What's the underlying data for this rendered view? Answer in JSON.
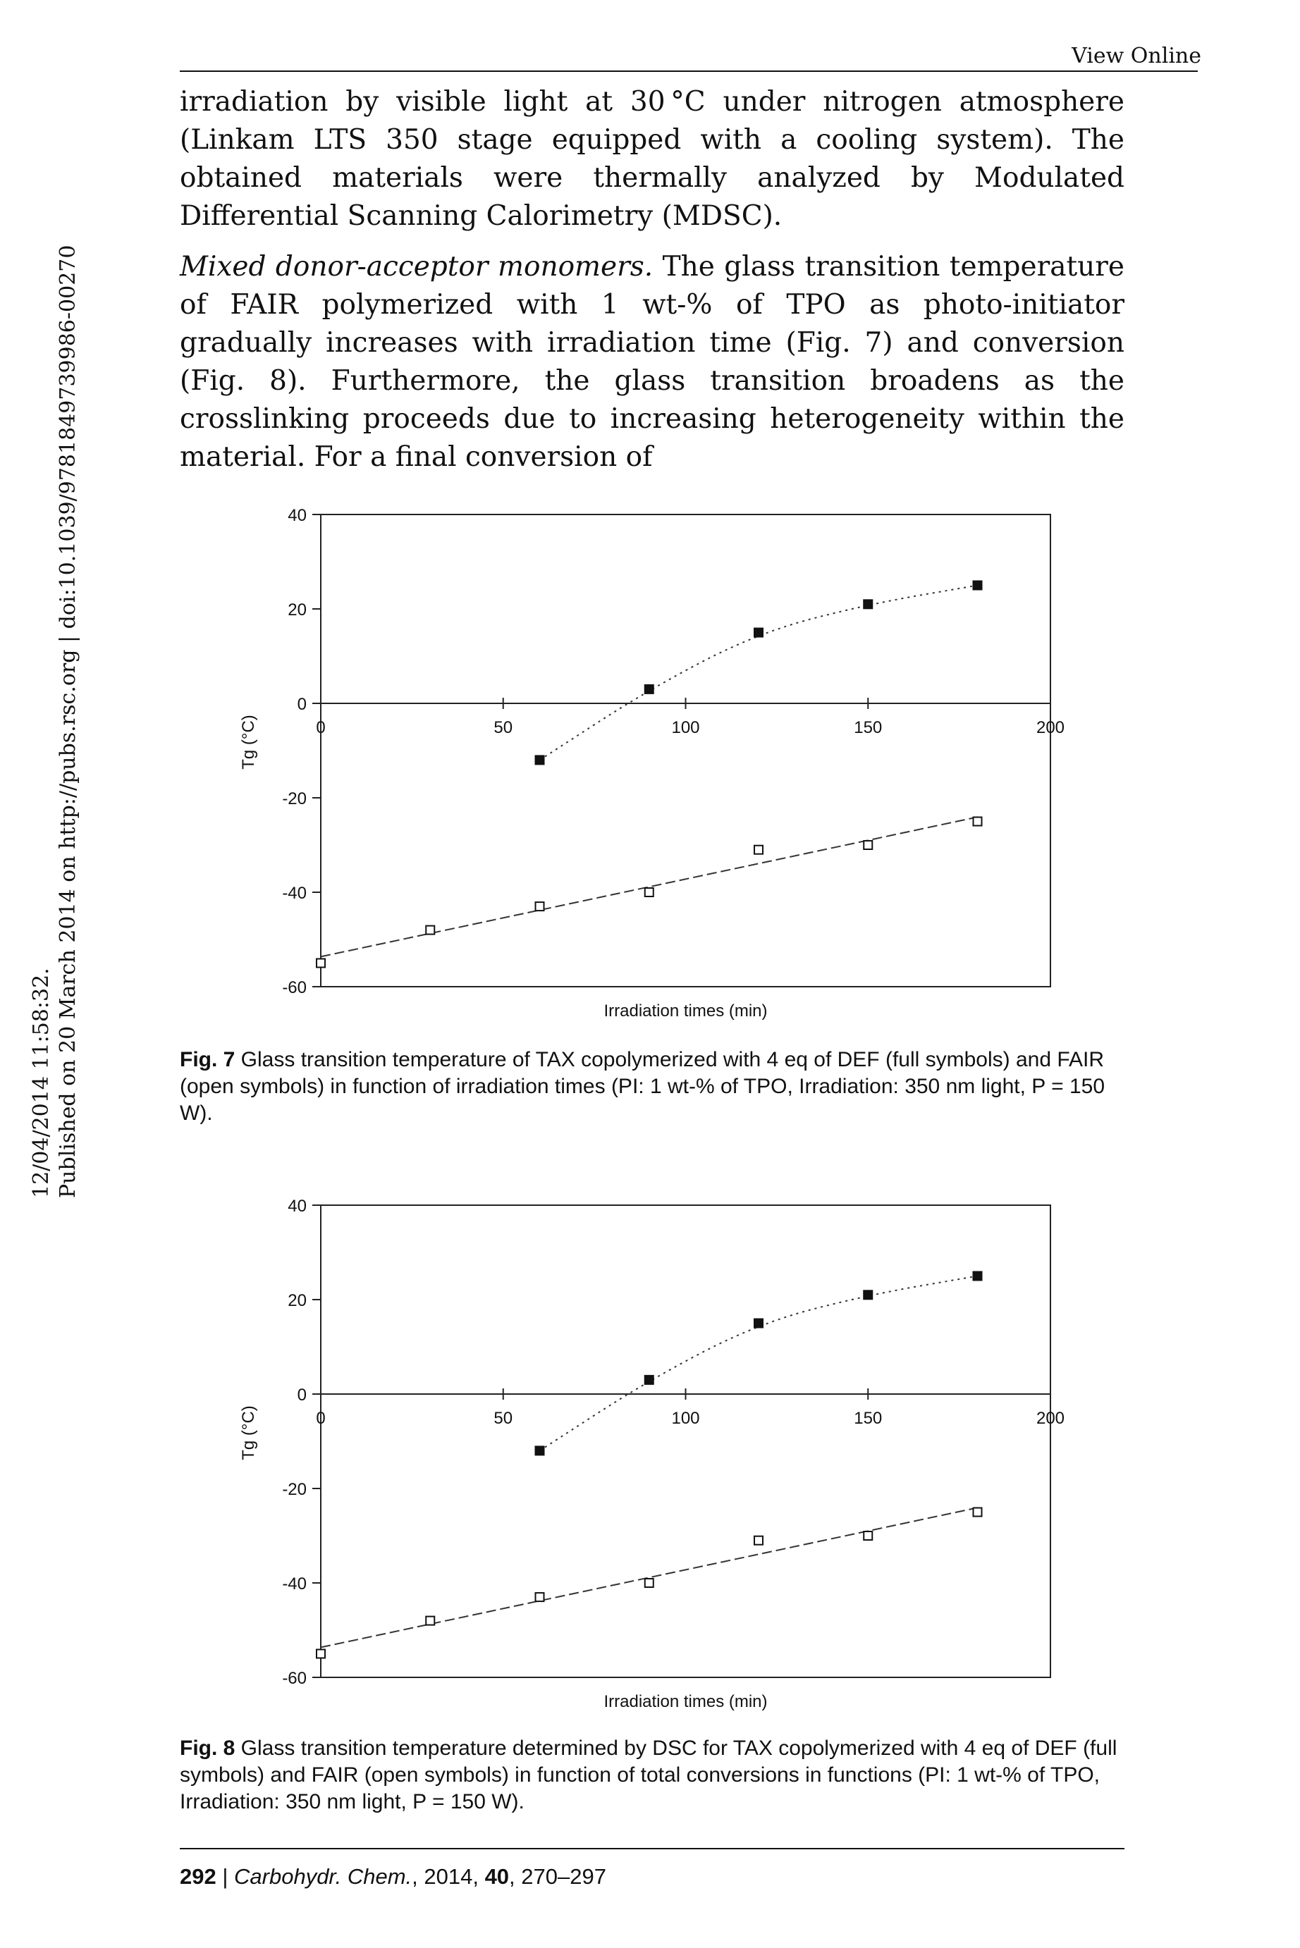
{
  "header": {
    "view_online": "View Online"
  },
  "side_note": {
    "line1": "12/04/2014 11:58:32.",
    "line2": "Published on 20 March 2014 on http://pubs.rsc.org | doi:10.1039/9781849739986-00270"
  },
  "body": {
    "para1": "irradiation by visible light at 30 °C under nitrogen atmosphere (Linkam LTS 350 stage equipped with a cooling system). The obtained materials were thermally analyzed by Modulated Differential Scanning Calorimetry (MDSC).",
    "para2_italic": "Mixed donor-acceptor monomers.",
    "para2_rest": " The glass transition temperature of FAIR polymerized with 1 wt-% of TPO as photo-initiator gradually increases with irradiation time (Fig. 7) and conversion (Fig. 8). Furthermore, the glass transition broadens as the crosslinking proceeds due to increasing heterogeneity within the material. For a final conversion of"
  },
  "figures": [
    {
      "caption_label": "Fig. 7",
      "caption_text": " Glass transition temperature of TAX copolymerized with 4 eq of DEF (full symbols) and FAIR (open symbols) in function of irradiation times (PI: 1 wt-% of TPO, Irradiation: 350 nm light, P = 150 W).",
      "chart_data": {
        "type": "scatter",
        "xlabel": "Irradiation times (min)",
        "ylabel": "Tg (°C)",
        "xlim": [
          0,
          200
        ],
        "ylim": [
          -60,
          40
        ],
        "xticks": [
          0,
          50,
          100,
          150,
          200
        ],
        "yticks": [
          40,
          20,
          0,
          -20,
          -40,
          -60
        ],
        "xtick_labels": [
          "0",
          "50",
          "100",
          "150",
          "200"
        ],
        "ytick_labels": [
          "40",
          "20",
          "0",
          "-20",
          "-40",
          "-60"
        ],
        "series": [
          {
            "marker": "filled-square",
            "x": [
              60,
              90,
              120,
              150,
              180
            ],
            "y": [
              -12,
              3,
              15,
              21,
              25
            ]
          },
          {
            "marker": "open-square",
            "x": [
              0,
              30,
              60,
              90,
              120,
              150,
              180
            ],
            "y": [
              -55,
              -48,
              -43,
              -40,
              -31,
              -30,
              -25
            ]
          }
        ]
      }
    },
    {
      "caption_label": "Fig. 8",
      "caption_text": " Glass transition temperature determined by DSC for TAX copolymerized with 4 eq of DEF (full symbols) and FAIR (open symbols) in function of total conversions in functions (PI: 1 wt-% of TPO, Irradiation: 350 nm light, P = 150 W).",
      "chart_data": {
        "type": "scatter",
        "xlabel": "Irradiation times (min)",
        "ylabel": "Tg (°C)",
        "xlim": [
          0,
          200
        ],
        "ylim": [
          -60,
          40
        ],
        "xticks": [
          0,
          50,
          100,
          150,
          200
        ],
        "yticks": [
          40,
          20,
          0,
          -20,
          -40,
          -60
        ],
        "xtick_labels": [
          "0",
          "50",
          "100",
          "150",
          "200"
        ],
        "ytick_labels": [
          "40",
          "20",
          "0",
          "-20",
          "-40",
          "-60"
        ],
        "series": [
          {
            "marker": "filled-square",
            "x": [
              60,
              90,
              120,
              150,
              180
            ],
            "y": [
              -12,
              3,
              15,
              21,
              25
            ]
          },
          {
            "marker": "open-square",
            "x": [
              0,
              30,
              60,
              90,
              120,
              150,
              180
            ],
            "y": [
              -55,
              -48,
              -43,
              -40,
              -31,
              -30,
              -25
            ]
          }
        ]
      }
    }
  ],
  "footer": {
    "page": "292",
    "separator": " | ",
    "journal": "Carbohydr. Chem.",
    "year": ", 2014, ",
    "volume": "40",
    "pages": ", 270–297"
  }
}
